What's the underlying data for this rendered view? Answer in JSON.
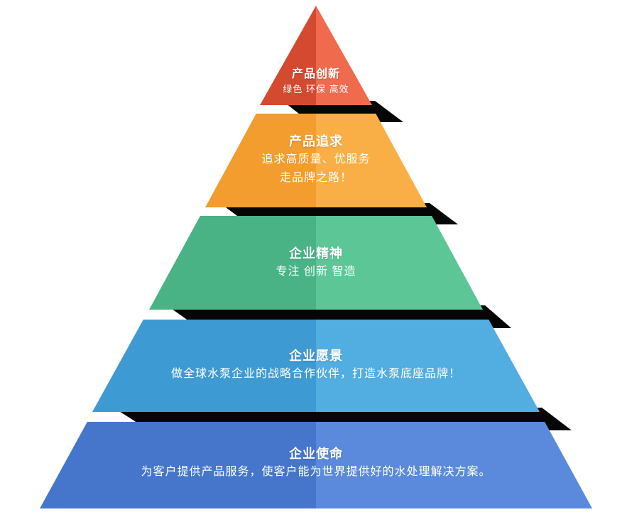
{
  "pyramid": {
    "background": "#ffffff",
    "shadow_color": "#060606",
    "levels": [
      {
        "id": "product-innovation",
        "title": "产品创新",
        "lines": [
          "绿色 环保 高效"
        ],
        "color_left": "#d44a31",
        "color_right": "#f06a4e"
      },
      {
        "id": "product-pursuit",
        "title": "产品追求",
        "lines": [
          "追求高质量、优服务",
          "走品牌之路！"
        ],
        "color_left": "#f29d2d",
        "color_right": "#f9af45"
      },
      {
        "id": "enterprise-spirit",
        "title": "企业精神",
        "lines": [
          "专注 创新 智造"
        ],
        "color_left": "#4ab386",
        "color_right": "#5cc697"
      },
      {
        "id": "enterprise-vision",
        "title": "企业愿景",
        "lines": [
          "做全球水泵企业的战略合作伙伴，打造水泵底座品牌！"
        ],
        "color_left": "#3e9ad3",
        "color_right": "#52ade1"
      },
      {
        "id": "enterprise-mission",
        "title": "企业使命",
        "lines": [
          "为客户提供产品服务，使客户能为世界提供好的水处理解决方案。"
        ],
        "color_left": "#4676cc",
        "color_right": "#5b8add"
      }
    ]
  }
}
